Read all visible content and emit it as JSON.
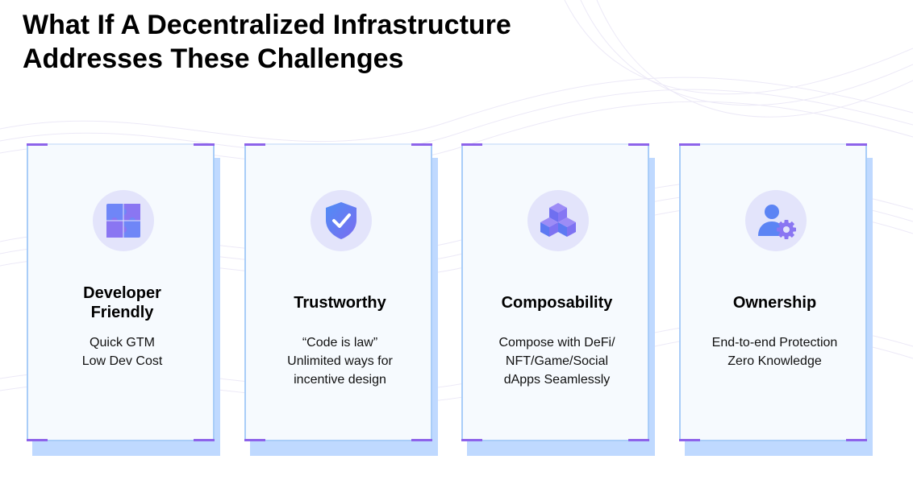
{
  "title": {
    "line1": "What If A Decentralized Infrastructure",
    "line2": "Addresses These Challenges"
  },
  "cards": [
    {
      "icon": "puzzle-icon",
      "title_lines": [
        "Developer",
        "Friendly"
      ],
      "lines": [
        "Quick GTM",
        "Low Dev Cost"
      ]
    },
    {
      "icon": "shield-check-icon",
      "title_lines": [
        "Trustworthy"
      ],
      "lines": [
        "“Code is law”",
        "Unlimited ways for",
        "incentive design"
      ]
    },
    {
      "icon": "cubes-icon",
      "title_lines": [
        "Composability"
      ],
      "lines": [
        "Compose with DeFi/",
        "NFT/Game/Social",
        "dApps Seamlessly"
      ]
    },
    {
      "icon": "user-gear-icon",
      "title_lines": [
        "Ownership"
      ],
      "lines": [
        "End-to-end Protection",
        "Zero Knowledge"
      ]
    }
  ],
  "colors": {
    "accent_purple": "#8d63ea",
    "icon_blue": "#5b7cf5",
    "card_border": "#a9cdf8",
    "card_shadow": "#bfd9ff",
    "icon_circle": "#e3e4fb"
  }
}
